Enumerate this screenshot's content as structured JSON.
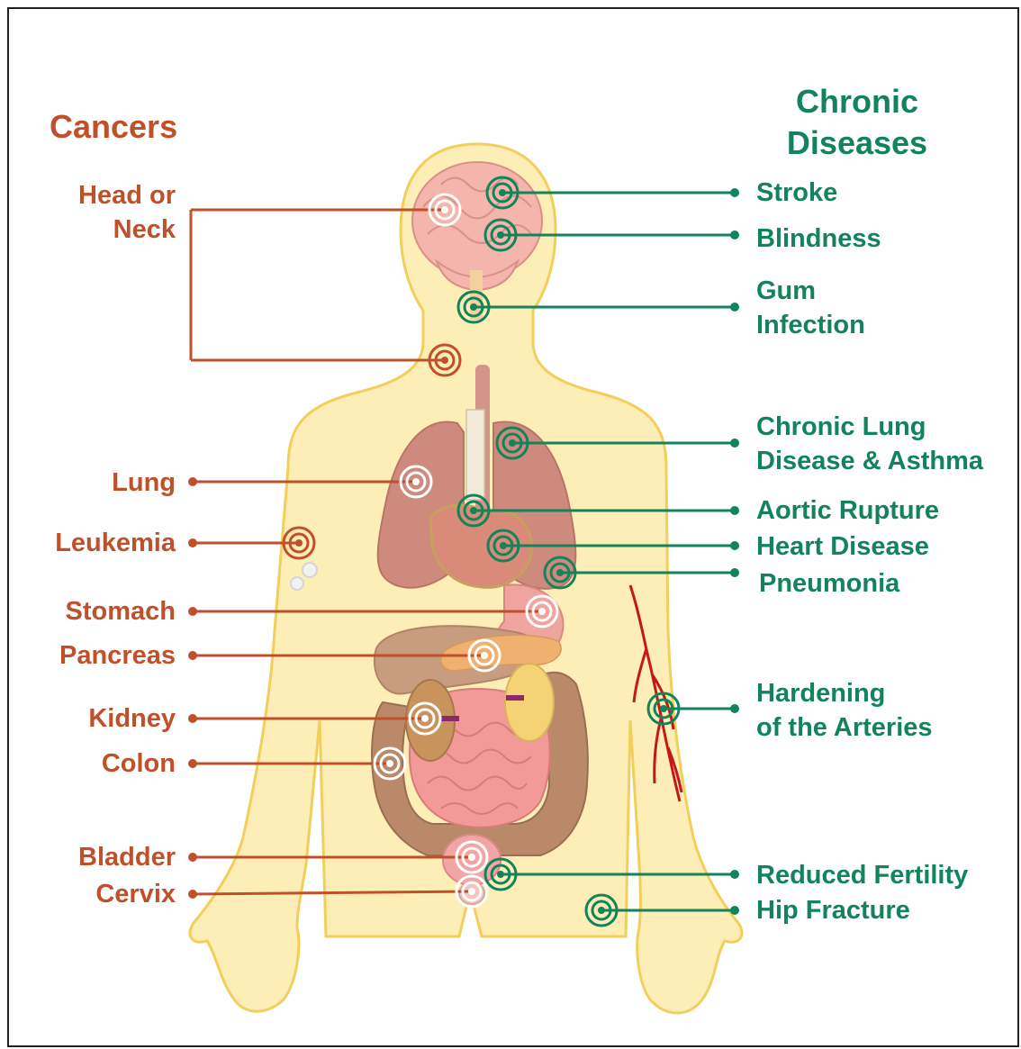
{
  "colors": {
    "cancer": "#c0502a",
    "chronic": "#12835a",
    "skin": "#fdeeb7",
    "skin_outline": "#f2cf5c"
  },
  "headers": {
    "cancers": "Cancers",
    "chronic": "Chronic\nDiseases"
  },
  "cancers": [
    {
      "id": "head-neck",
      "label": "Head or\nNeck"
    },
    {
      "id": "lung",
      "label": "Lung"
    },
    {
      "id": "leukemia",
      "label": "Leukemia"
    },
    {
      "id": "stomach",
      "label": "Stomach"
    },
    {
      "id": "pancreas",
      "label": "Pancreas"
    },
    {
      "id": "kidney",
      "label": "Kidney"
    },
    {
      "id": "colon",
      "label": "Colon"
    },
    {
      "id": "bladder",
      "label": "Bladder"
    },
    {
      "id": "cervix",
      "label": "Cervix"
    }
  ],
  "chronic_diseases": [
    {
      "id": "stroke",
      "label": "Stroke"
    },
    {
      "id": "blindness",
      "label": "Blindness"
    },
    {
      "id": "gum",
      "label": "Gum\nInfection"
    },
    {
      "id": "lung-asthma",
      "label": "Chronic Lung\nDisease & Asthma"
    },
    {
      "id": "aortic",
      "label": "Aortic Rupture"
    },
    {
      "id": "heart",
      "label": "Heart Disease"
    },
    {
      "id": "pneumonia",
      "label": "Pneumonia"
    },
    {
      "id": "arteries",
      "label": "Hardening\nof the Arteries"
    },
    {
      "id": "fertility",
      "label": "Reduced Fertility"
    },
    {
      "id": "hip",
      "label": "Hip Fracture"
    }
  ]
}
